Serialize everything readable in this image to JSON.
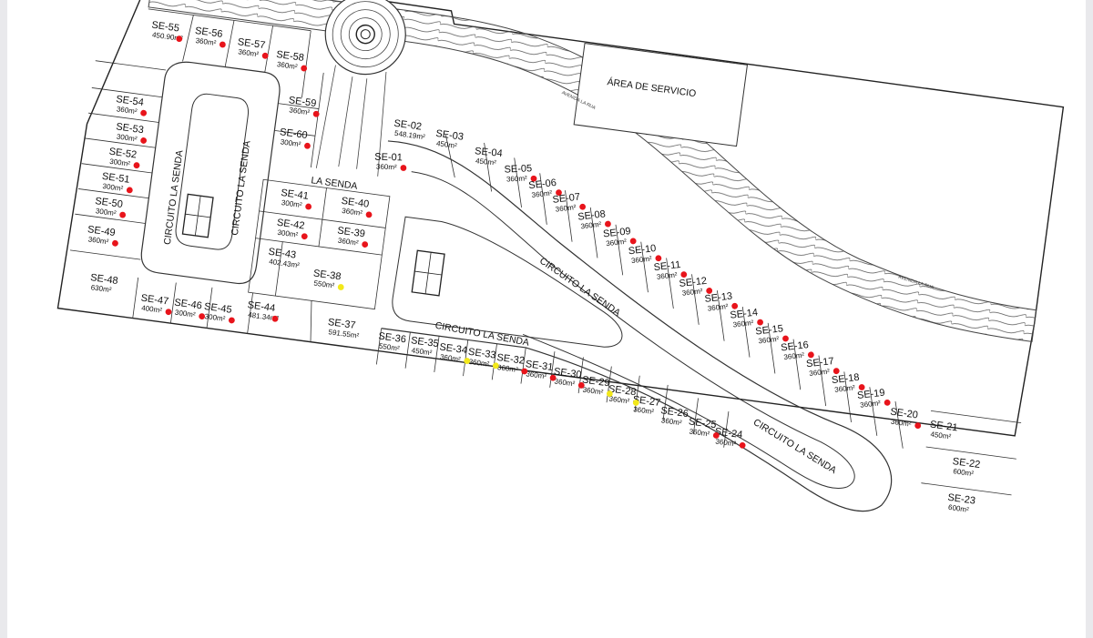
{
  "streets": {
    "la_senda": "LA SENDA",
    "circuito_left_1": "CIRCUITO LA SENDA",
    "circuito_left_2": "CIRCUITO LA SENDA",
    "circuito_mid": "CIRCUITO LA SENDA",
    "circuito_low": "CIRCUITO LA SENDA",
    "circuito_east": "CIRCUITO LA SENDA",
    "avenida_1": "AVENIDA LA RUA",
    "avenida_2": "AVENIDA LA RUA"
  },
  "service_area": "ÁREA DE SERVICIO",
  "colors": {
    "sheet": "#ffffff",
    "viewer": "#e9e9ec",
    "line": "#333333",
    "sold_marker": "#e8141b",
    "reserved_marker": "#f2e81a",
    "dimension": "#c0392b"
  },
  "marker_legend_meaning": {
    "red": "sold",
    "yellow": "reserved"
  },
  "lots": [
    {
      "id": "SE-01",
      "area": "360m²",
      "marker": "red"
    },
    {
      "id": "SE-02",
      "area": "548.19m²",
      "marker": "none"
    },
    {
      "id": "SE-03",
      "area": "450m²",
      "marker": "none"
    },
    {
      "id": "SE-04",
      "area": "450m²",
      "marker": "none"
    },
    {
      "id": "SE-05",
      "area": "360m²",
      "marker": "red"
    },
    {
      "id": "SE-06",
      "area": "360m²",
      "marker": "red"
    },
    {
      "id": "SE-07",
      "area": "360m²",
      "marker": "red"
    },
    {
      "id": "SE-08",
      "area": "360m²",
      "marker": "red"
    },
    {
      "id": "SE-09",
      "area": "360m²",
      "marker": "red"
    },
    {
      "id": "SE-10",
      "area": "360m²",
      "marker": "red"
    },
    {
      "id": "SE-11",
      "area": "360m²",
      "marker": "red"
    },
    {
      "id": "SE-12",
      "area": "360m²",
      "marker": "red"
    },
    {
      "id": "SE-13",
      "area": "360m²",
      "marker": "red"
    },
    {
      "id": "SE-14",
      "area": "360m²",
      "marker": "red"
    },
    {
      "id": "SE-15",
      "area": "360m²",
      "marker": "red"
    },
    {
      "id": "SE-16",
      "area": "360m²",
      "marker": "red"
    },
    {
      "id": "SE-17",
      "area": "360m²",
      "marker": "red"
    },
    {
      "id": "SE-18",
      "area": "360m²",
      "marker": "red"
    },
    {
      "id": "SE-19",
      "area": "360m²",
      "marker": "red"
    },
    {
      "id": "SE-20",
      "area": "360m²",
      "marker": "red"
    },
    {
      "id": "SE-21",
      "area": "450m²",
      "marker": "none"
    },
    {
      "id": "SE-22",
      "area": "600m²",
      "marker": "none"
    },
    {
      "id": "SE-23",
      "area": "600m²",
      "marker": "none"
    },
    {
      "id": "SE-24",
      "area": "360m²",
      "marker": "red"
    },
    {
      "id": "SE-25",
      "area": "360m²",
      "marker": "red"
    },
    {
      "id": "SE-26",
      "area": "360m²",
      "marker": "none"
    },
    {
      "id": "SE-27",
      "area": "360m²",
      "marker": "none"
    },
    {
      "id": "SE-28",
      "area": "360m²",
      "marker": "yellow"
    },
    {
      "id": "SE-29",
      "area": "360m²",
      "marker": "yellow"
    },
    {
      "id": "SE-30",
      "area": "360m²",
      "marker": "red"
    },
    {
      "id": "SE-31",
      "area": "360m²",
      "marker": "red"
    },
    {
      "id": "SE-32",
      "area": "360m²",
      "marker": "red"
    },
    {
      "id": "SE-33",
      "area": "360m²",
      "marker": "yellow"
    },
    {
      "id": "SE-34",
      "area": "360m²",
      "marker": "yellow"
    },
    {
      "id": "SE-35",
      "area": "450m²",
      "marker": "none"
    },
    {
      "id": "SE-36",
      "area": "550m²",
      "marker": "none"
    },
    {
      "id": "SE-37",
      "area": "591.55m²",
      "marker": "none"
    },
    {
      "id": "SE-38",
      "area": "550m²",
      "marker": "yellow"
    },
    {
      "id": "SE-39",
      "area": "360m²",
      "marker": "red"
    },
    {
      "id": "SE-40",
      "area": "360m²",
      "marker": "red"
    },
    {
      "id": "SE-41",
      "area": "300m²",
      "marker": "red"
    },
    {
      "id": "SE-42",
      "area": "300m²",
      "marker": "red"
    },
    {
      "id": "SE-43",
      "area": "402.43m²",
      "marker": "none"
    },
    {
      "id": "SE-44",
      "area": "481.34m²",
      "marker": "red"
    },
    {
      "id": "SE-45",
      "area": "300m²",
      "marker": "red"
    },
    {
      "id": "SE-46",
      "area": "300m²",
      "marker": "red"
    },
    {
      "id": "SE-47",
      "area": "400m²",
      "marker": "red"
    },
    {
      "id": "SE-48",
      "area": "630m²",
      "marker": "none"
    },
    {
      "id": "SE-49",
      "area": "360m²",
      "marker": "red"
    },
    {
      "id": "SE-50",
      "area": "300m²",
      "marker": "red"
    },
    {
      "id": "SE-51",
      "area": "300m²",
      "marker": "red"
    },
    {
      "id": "SE-52",
      "area": "300m²",
      "marker": "red"
    },
    {
      "id": "SE-53",
      "area": "300m²",
      "marker": "red"
    },
    {
      "id": "SE-54",
      "area": "360m²",
      "marker": "red"
    },
    {
      "id": "SE-55",
      "area": "450.90m²",
      "marker": "red"
    },
    {
      "id": "SE-56",
      "area": "360m²",
      "marker": "red"
    },
    {
      "id": "SE-57",
      "area": "360m²",
      "marker": "red"
    },
    {
      "id": "SE-58",
      "area": "360m²",
      "marker": "red"
    },
    {
      "id": "SE-59",
      "area": "360m²",
      "marker": "red"
    },
    {
      "id": "SE-60",
      "area": "300m²",
      "marker": "red"
    }
  ]
}
